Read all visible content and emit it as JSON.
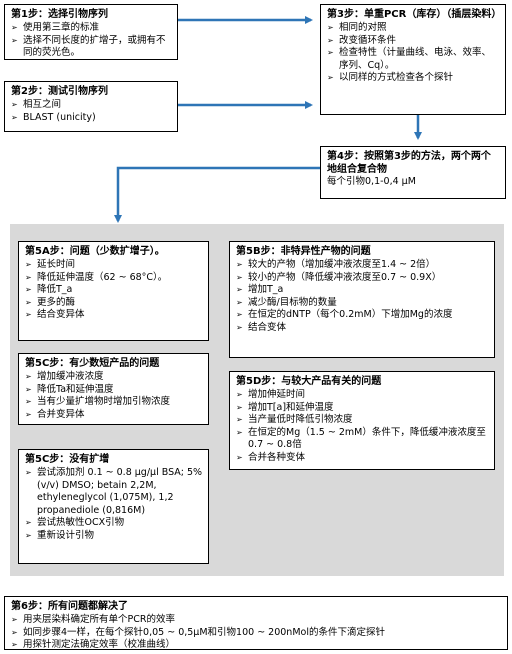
{
  "step1": {
    "title": "第1步：选择引物序列",
    "items": [
      "使用第三章的标准",
      "选择不同长度的扩增子，或拥有不同的荧光色。"
    ]
  },
  "step2": {
    "title": "第2步：测试引物序列",
    "items": [
      "相互之间",
      "BLAST (unicity)"
    ]
  },
  "step3": {
    "title": "第3步：单重PCR（库存）（插层染料）",
    "items": [
      "相同的对照",
      "改变循环条件",
      "检查特性（计量曲线、电泳、效率、序列、Cq）。",
      "以同样的方式检查各个探针"
    ]
  },
  "step4": {
    "title": "第4步：按照第3步的方法，两个两个地组合复合物",
    "text": "每个引物0,1-0,4 µM"
  },
  "step5a": {
    "title": "第5A步：问题（少数扩增子）。",
    "items": [
      "延长时间",
      "降低延伸温度（62 ~ 68°C）。",
      "降低T_a",
      "更多的酶",
      "结合变异体"
    ]
  },
  "step5b": {
    "title": "第5B步：非特异性产物的问题",
    "items": [
      "较大的产物（增加缓冲液浓度至1.4 ~ 2倍）",
      "较小的产物（降低缓冲液浓度至0.7 ~ 0.9X）",
      "增加T_a",
      "减少酶/目标物的数量",
      "在恒定的dNTP（每个0.2mM）下增加Mg的浓度",
      "结合变体"
    ]
  },
  "step5c1": {
    "title": "第5C步：有少数短产品的问题",
    "items": [
      "增加缓冲液浓度",
      "降低Ta和延伸温度",
      "当有少量扩增物时增加引物浓度",
      "合并变异体"
    ]
  },
  "step5d": {
    "title": "第5D步：与较大产品有关的问题",
    "items": [
      "增加伸延时间",
      "增加T[a]和延伸温度",
      "当产量低时降低引物浓度",
      "在恒定的Mg（1.5 ~ 2mM）条件下，降低缓冲液浓度至0.7 ~ 0.8倍",
      "合并各种变体"
    ]
  },
  "step5c2": {
    "title": "第5C步：没有扩增",
    "items": [
      "尝试添加剂 0.1 ~ 0.8 µg/µl BSA; 5% (v/v) DMSO; betain 2,2M, ethyleneglycol (1,075M), 1,2 propanediole (0,816M)",
      "尝试热敏性OCX引物",
      "重新设计引物"
    ]
  },
  "step6": {
    "title": "第6步：所有问题都解决了",
    "items": [
      "用夹层染料确定所有单个PCR的效率",
      "如同步骤4一样，在每个探针0,05 ~ 0,5µM和引物100 ~ 200nMol的条件下滴定探针",
      "用探针测定法确定效率（校准曲线）"
    ]
  }
}
